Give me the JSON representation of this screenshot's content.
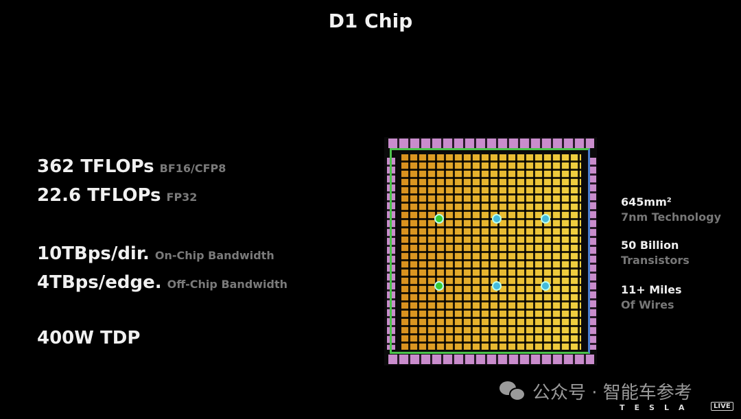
{
  "title": "D1 Chip",
  "specs": [
    {
      "main": "362 TFLOPs",
      "sub": "BF16/CFP8"
    },
    {
      "main": "22.6 TFLOPs",
      "sub": "FP32"
    },
    {
      "main": "10TBps/dir.",
      "sub": "On-Chip Bandwidth"
    },
    {
      "main": "4TBps/edge.",
      "sub": "Off-Chip Bandwidth"
    },
    {
      "main": "400W TDP",
      "sub": ""
    }
  ],
  "stats": [
    {
      "a": "645mm²",
      "b": "7nm Technology"
    },
    {
      "a": "50 Billion",
      "b": "Transistors"
    },
    {
      "a": "11+ Miles",
      "b": "Of Wires"
    }
  ],
  "watermark": "公众号 · 智能车参考",
  "tesla": "TESLA",
  "live": "LIVE"
}
